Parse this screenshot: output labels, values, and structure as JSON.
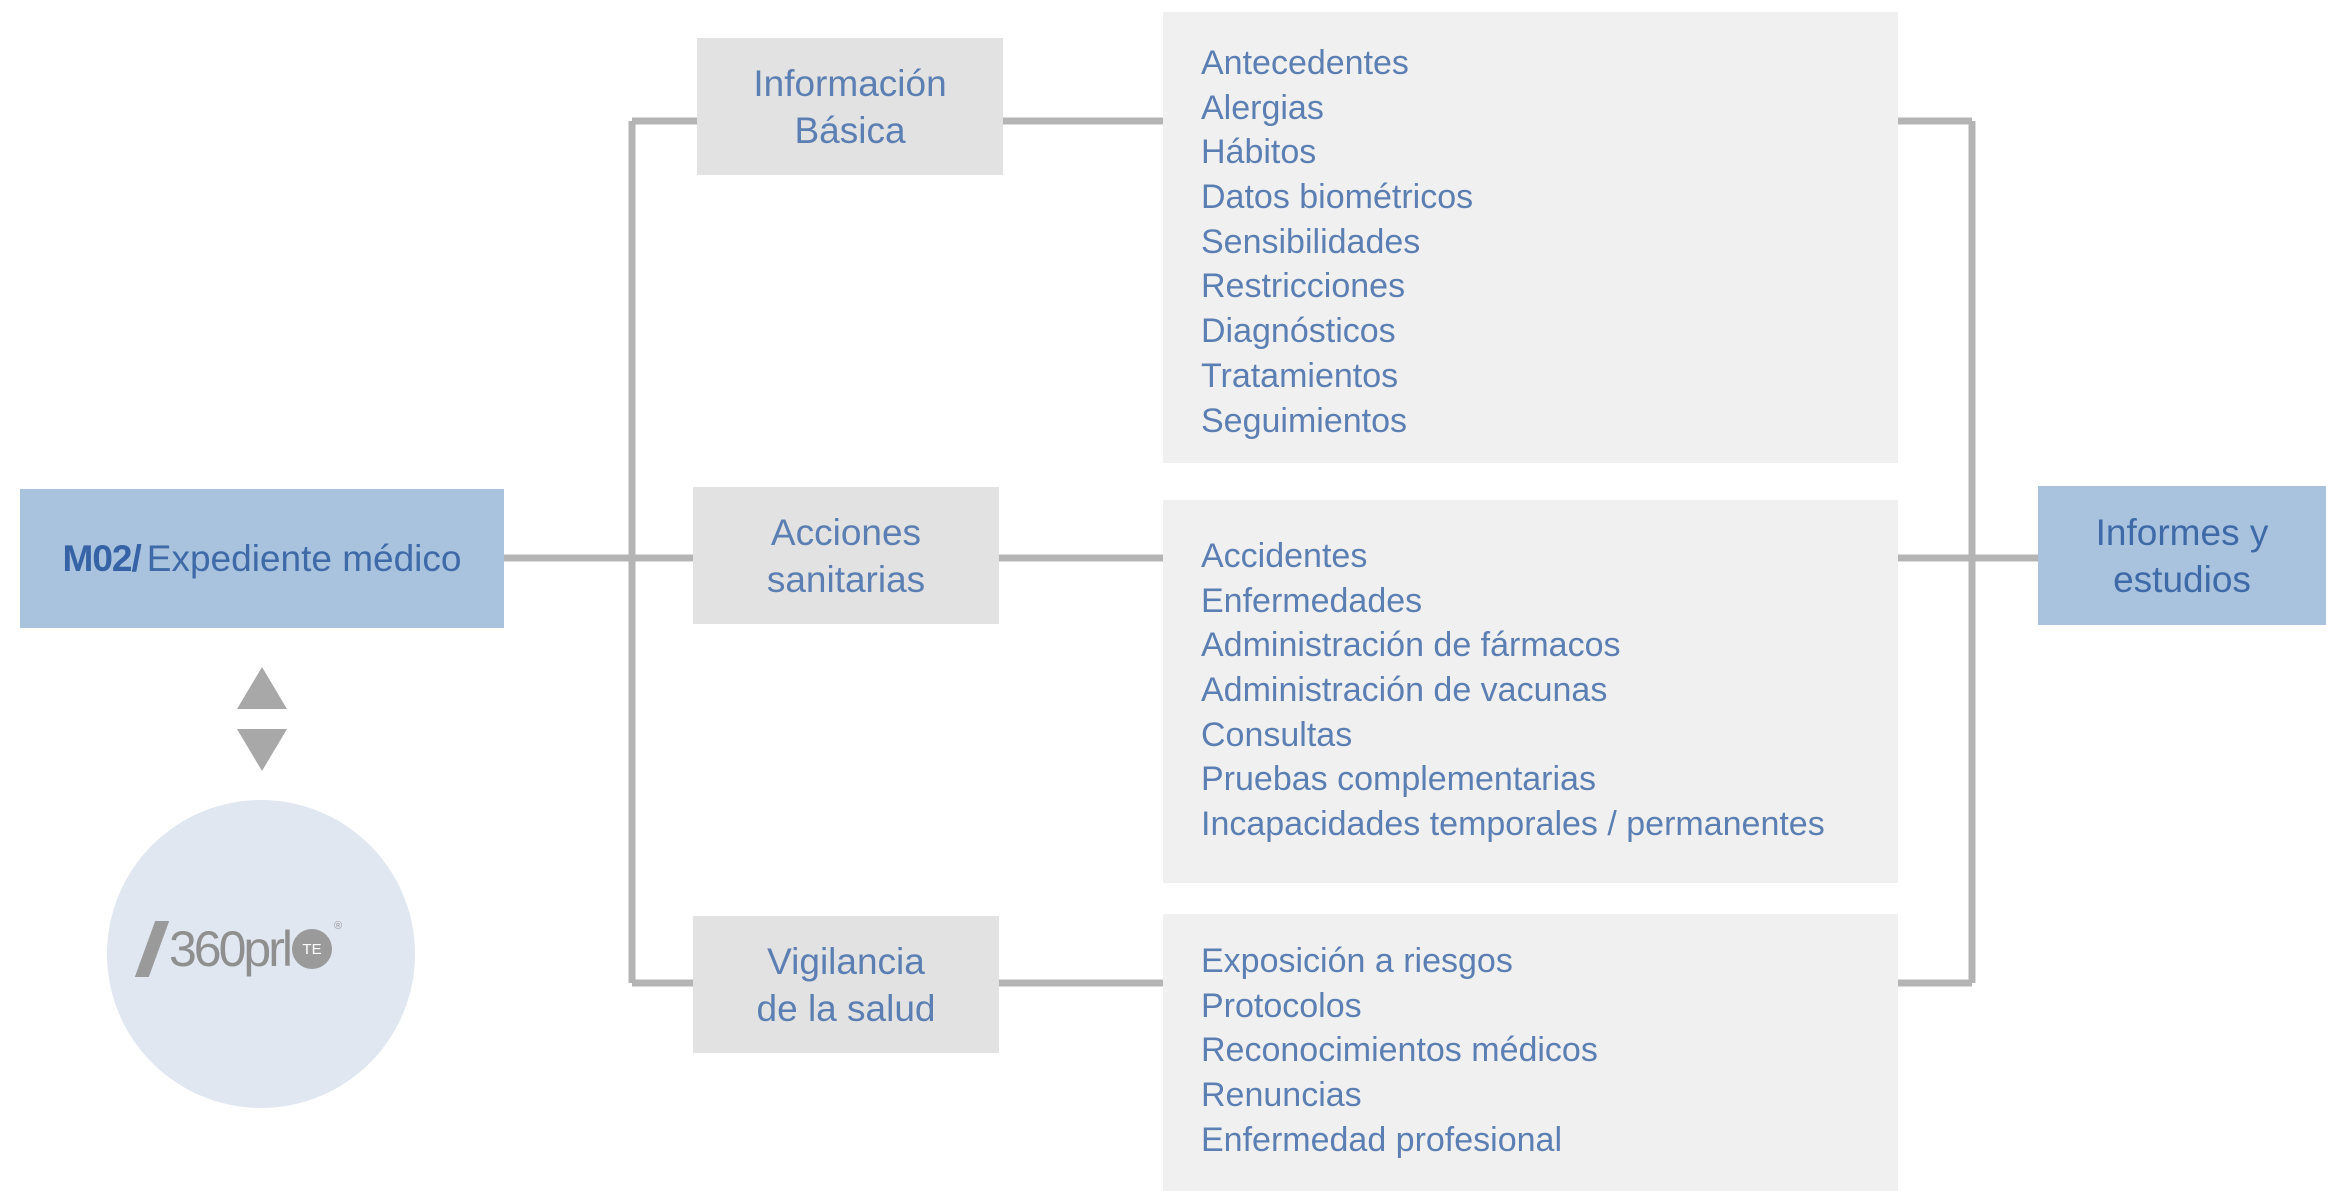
{
  "main": {
    "code": "M02/",
    "title": "Expediente médico"
  },
  "categories": [
    {
      "line1": "Información",
      "line2": "Básica"
    },
    {
      "line1": "Acciones",
      "line2": "sanitarias"
    },
    {
      "line1": "Vigilancia",
      "line2": "de la salud"
    }
  ],
  "lists": [
    {
      "items": [
        "Antecedentes",
        "Alergias",
        "Hábitos",
        "Datos biométricos",
        "Sensibilidades",
        "Restricciones",
        "Diagnósticos",
        "Tratamientos",
        "Seguimientos"
      ]
    },
    {
      "items": [
        "Accidentes",
        "Enfermedades",
        "Administración de fármacos",
        "Administración de vacunas",
        "Consultas",
        "Pruebas complementarias",
        "Incapacidades temporales / permanentes"
      ]
    },
    {
      "items": [
        "Exposición a riesgos",
        "Protocolos",
        "Reconocimientos médicos",
        "Renuncias",
        "Enfermedad profesional"
      ]
    }
  ],
  "result": {
    "line1": "Informes y",
    "line2": "estudios"
  },
  "logo": {
    "text": "360prl",
    "badge": "TE",
    "reg": "®"
  },
  "colors": {
    "accent_box": "#a9c2de",
    "category_box": "#e2e2e2",
    "list_box": "#f0f0f0",
    "connector": "#b4b4b4",
    "text": "#5b7fb3"
  }
}
